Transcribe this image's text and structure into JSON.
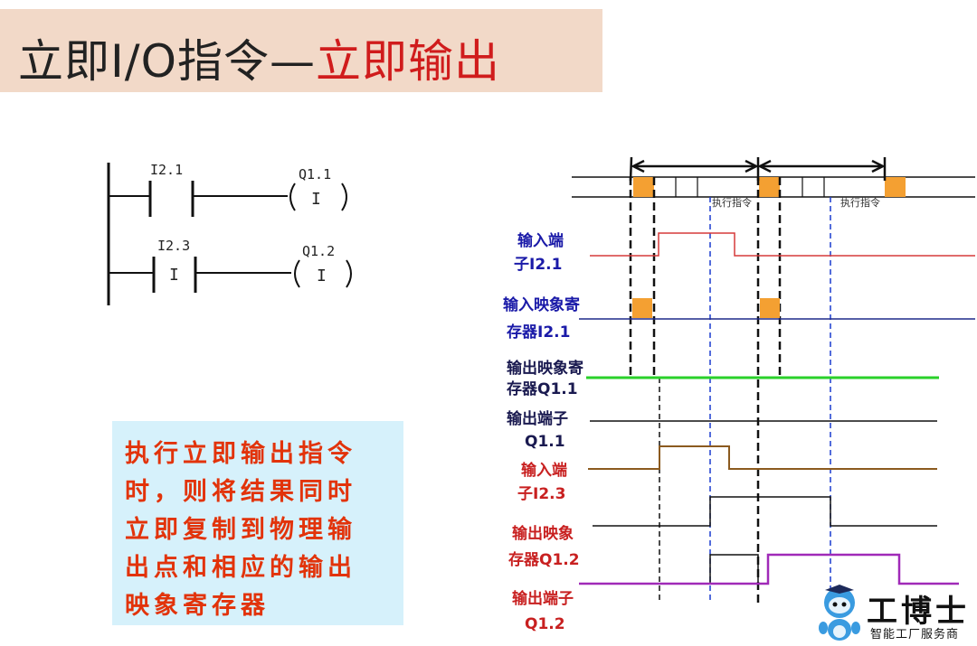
{
  "title": {
    "part1": "立即I/O指令—",
    "part2": "立即输出"
  },
  "ladder": {
    "rung1": {
      "contact": "I2.1",
      "coil": "Q1.1",
      "coil_letter": "I"
    },
    "rung2": {
      "contact": "I2.3",
      "contact_letter": "I",
      "coil": "Q1.2",
      "coil_letter": "I"
    }
  },
  "note": {
    "lines": [
      "执行立即输出指令",
      "时，则将结果同时",
      "立即复制到物理输",
      "出点和相应的输出",
      "映象寄存器"
    ]
  },
  "timing": {
    "exec_label_1": "执行指令",
    "exec_label_2": "执行指令",
    "signals": [
      {
        "l1": "输入端",
        "l2": "子I2.1"
      },
      {
        "l1": "输入映象寄",
        "l2": "存器I2.1"
      },
      {
        "l1": "输出映象寄",
        "l2": "存器Q1.1"
      },
      {
        "l1": "输出端子",
        "l2": "Q1.1"
      },
      {
        "l1": "输入端",
        "l2": "子I2.3"
      },
      {
        "l1": "输出映象",
        "l2": "存器Q1.2"
      },
      {
        "l1": "输出端子",
        "l2": "Q1.2"
      }
    ]
  },
  "logo": {
    "brand": "工博士",
    "tagline": "智能工厂服务商"
  }
}
